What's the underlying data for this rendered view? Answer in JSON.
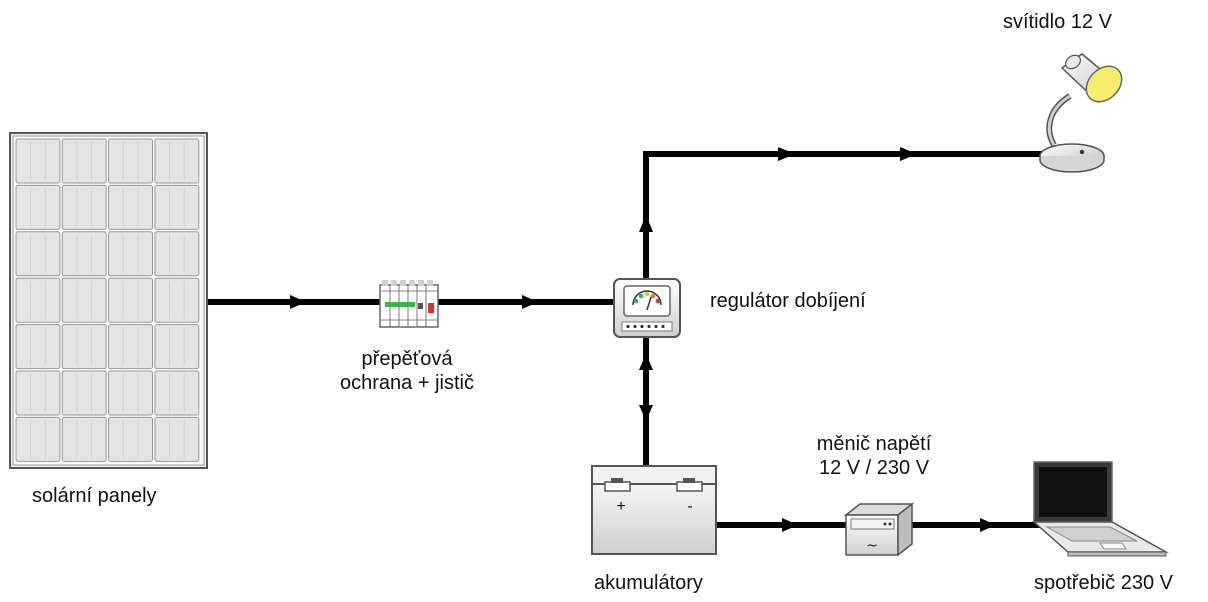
{
  "labels": {
    "solar_panels": "solární panely",
    "surge_protection_line1": "přepěťová",
    "surge_protection_line2": "ochrana + jistič",
    "charge_regulator": "regulátor dobíjení",
    "lamp": "svítidlo 12 V",
    "batteries": "akumulátory",
    "inverter_line1": "měnič napětí",
    "inverter_line2": "12 V / 230 V",
    "appliance": "spotřebič 230 V"
  },
  "battery_marks": {
    "plus": "+",
    "minus": "-"
  },
  "inverter_mark": "~",
  "colors": {
    "wire": "#000000",
    "panel_cell": "#e4e4e4",
    "lamp_light": "#f6ee6a",
    "breaker_green": "#39b54a",
    "breaker_red": "#d9342b"
  }
}
